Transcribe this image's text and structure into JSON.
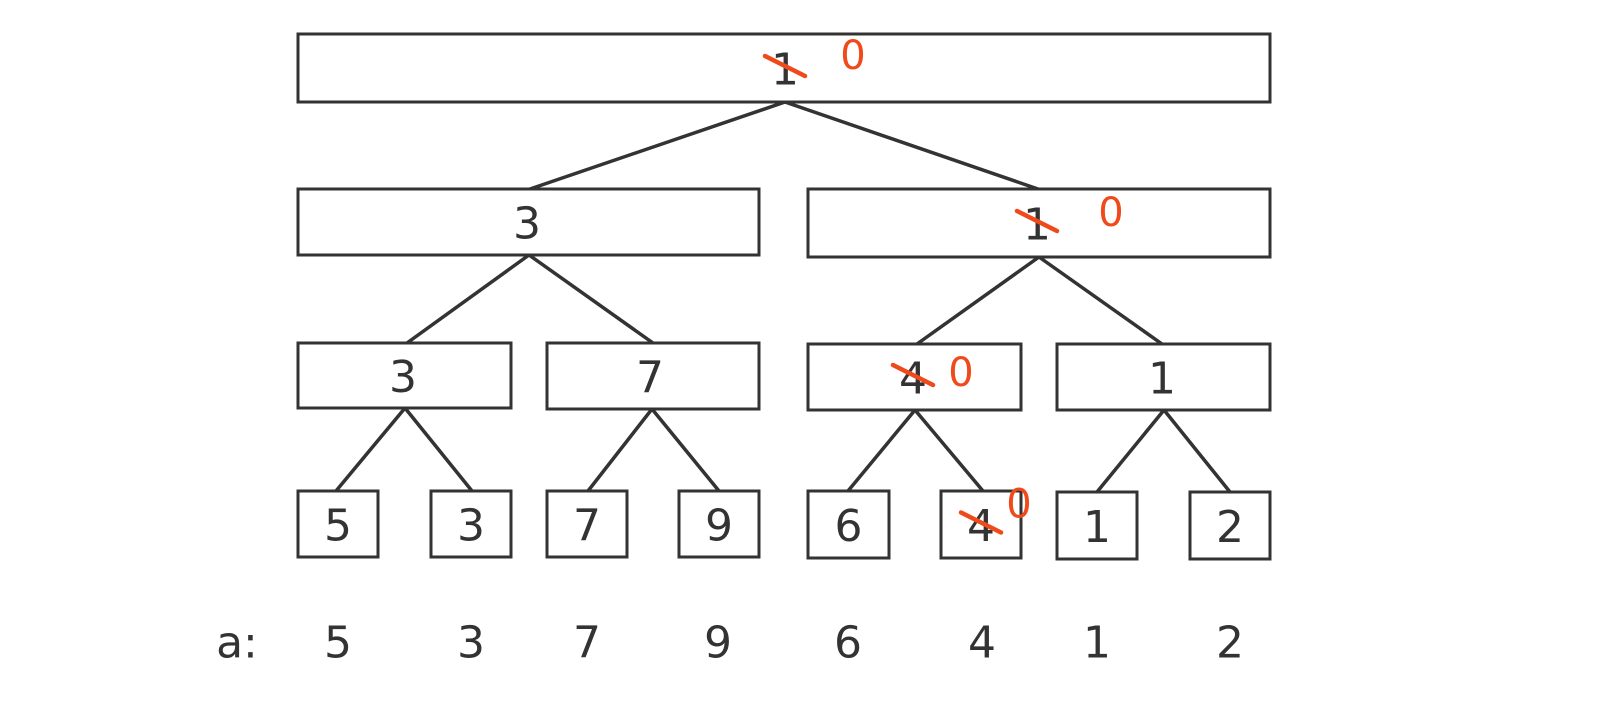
{
  "tree": {
    "nodes": [
      {
        "id": "n1",
        "value": "1",
        "updated_value": "0",
        "crossed_out": true
      },
      {
        "id": "n2",
        "value": "3",
        "crossed_out": false
      },
      {
        "id": "n3",
        "value": "1",
        "updated_value": "0",
        "crossed_out": true
      },
      {
        "id": "n4",
        "value": "3",
        "crossed_out": false
      },
      {
        "id": "n5",
        "value": "7",
        "crossed_out": false
      },
      {
        "id": "n6",
        "value": "4",
        "updated_value": "0",
        "crossed_out": true
      },
      {
        "id": "n7",
        "value": "1",
        "crossed_out": false
      },
      {
        "id": "n8",
        "value": "5",
        "crossed_out": false
      },
      {
        "id": "n9",
        "value": "3",
        "crossed_out": false
      },
      {
        "id": "n10",
        "value": "7",
        "crossed_out": false
      },
      {
        "id": "n11",
        "value": "9",
        "crossed_out": false
      },
      {
        "id": "n12",
        "value": "6",
        "crossed_out": false
      },
      {
        "id": "n13",
        "value": "4",
        "updated_value": "0",
        "crossed_out": true
      },
      {
        "id": "n14",
        "value": "1",
        "crossed_out": false
      },
      {
        "id": "n15",
        "value": "2",
        "crossed_out": false
      }
    ],
    "edges": [
      [
        "n1",
        "n2"
      ],
      [
        "n1",
        "n3"
      ],
      [
        "n2",
        "n4"
      ],
      [
        "n2",
        "n5"
      ],
      [
        "n3",
        "n6"
      ],
      [
        "n3",
        "n7"
      ],
      [
        "n4",
        "n8"
      ],
      [
        "n4",
        "n9"
      ],
      [
        "n5",
        "n10"
      ],
      [
        "n5",
        "n11"
      ],
      [
        "n6",
        "n12"
      ],
      [
        "n6",
        "n13"
      ],
      [
        "n7",
        "n14"
      ],
      [
        "n7",
        "n15"
      ]
    ],
    "highlight_color": "#f04a1c"
  },
  "array": {
    "name": "a:",
    "values": [
      "5",
      "3",
      "7",
      "9",
      "6",
      "4",
      "1",
      "2"
    ]
  }
}
